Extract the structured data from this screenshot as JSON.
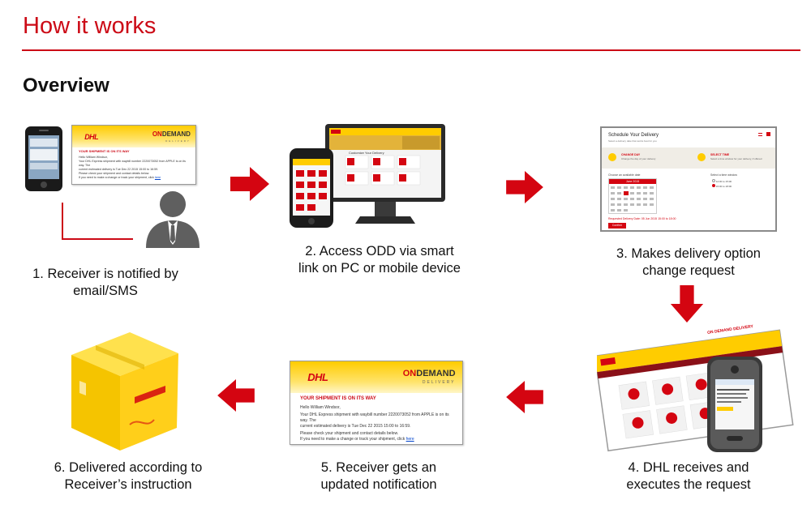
{
  "header": {
    "title": "How it works",
    "subtitle": "Overview"
  },
  "steps": [
    {
      "caption_line1": "1. Receiver is notified by",
      "caption_line2": "email/SMS"
    },
    {
      "caption_line1": "2. Access ODD via smart",
      "caption_line2": "link on PC or mobile device"
    },
    {
      "caption_line1": "3. Makes delivery option",
      "caption_line2": "change request"
    },
    {
      "caption_line1": "4. DHL receives and",
      "caption_line2": "executes the request"
    },
    {
      "caption_line1": "5. Receiver gets an",
      "caption_line2": "updated notification"
    },
    {
      "caption_line1": "6. Delivered according to",
      "caption_line2": "Receiver’s instruction"
    }
  ],
  "email": {
    "logo": "DHL",
    "brand_on": "ON",
    "brand_demand": "DEMAND",
    "brand_delivery": "DELIVERY",
    "headline": "YOUR SHIPMENT IS ON ITS WAY",
    "greeting": "Hello William Windsor,",
    "line1": "Your DHL Express shipment with waybill number 2220073052 from APPLE is on its way. The",
    "line2": "current estimated delivery is Tue Dec 22 2015 15:00 to 16:59.",
    "line3": "Please check your shipment and contact details below.",
    "line4": "If you need to make a change or track your shipment, click",
    "link": "here"
  },
  "schedule": {
    "title": "Schedule Your Delivery",
    "desc": "Select a delivery date that works best for you",
    "opt1": "CHANGE DAY",
    "opt1_desc": "Change the day of your delivery",
    "opt2": "SELECT TIME",
    "opt2_desc": "Select a time window for your delivery, if offered",
    "choose_date": "Choose an available date",
    "month": "June 2015",
    "choose_window": "Select a time window",
    "window1": "12:00 to 15:00",
    "window2": "15:00 to 18:00",
    "requested": "Requested Delivery Date: 05 Jun 2015 15:00 to 18:00",
    "confirm": "Confirm"
  },
  "screen": {
    "heading": "Customize Your Delivery"
  },
  "tablet": {
    "banner": "ON DEMAND DELIVERY"
  },
  "colors": {
    "dhl_red": "#cc0a16",
    "dhl_yellow": "#ffcc00",
    "arrow_red": "#d40511"
  }
}
